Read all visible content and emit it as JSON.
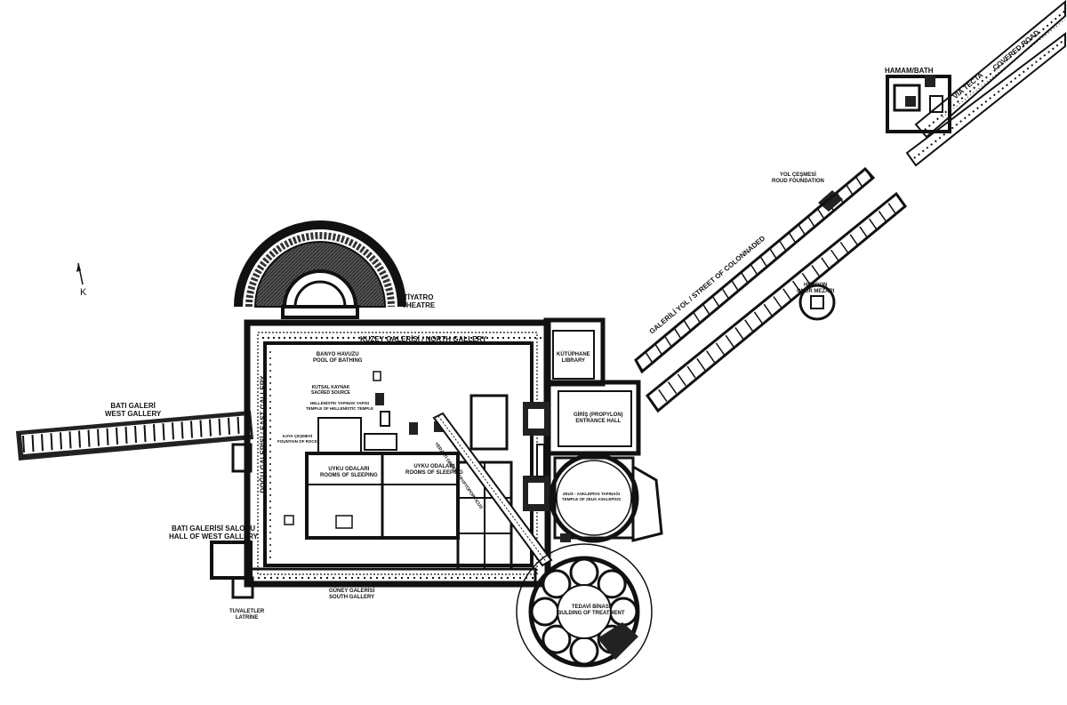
{
  "north_marker": "K",
  "labels": {
    "hamam": "HAMAM/BATH",
    "via_tecta": "VIA TECTA",
    "covered_road": "COVERED ROAD",
    "yol_tr": "YOL ÇEŞMESİ",
    "yol_en": "ROUD FOUNDATION",
    "colonnade": "GALERİLİ YOL / STREET OF COLONNADED",
    "heroon_tr": "HEROON",
    "heroon_en": "ONUR MEZARI",
    "tiyatro": "TİYATRO",
    "theatre": "THEATRE",
    "north_gallery": "KUZEY GALERİSİ / NORTH GALLERY",
    "library_tr": "KÜTÜPHANE",
    "library_en": "LIBRARY",
    "entrance_tr": "GİRİŞ (PROPYLON)",
    "entrance_en": "ENTRANCE HALL",
    "pool_tr": "BANYO HAVUZU",
    "pool_en": "POOL OF BATHING",
    "sacred_tr": "KUTSAL KAYNAK",
    "sacred_en": "SACRED SOURCE",
    "temple_tr": "HELLENİSTİK TAPINAK YAPISI",
    "temple_en": "TEMPLE OF HELLENİSTİC TEMPLE",
    "fountain_tr": "KAYA ÇEŞMESİ",
    "fountain_en": "FOUNTAIN OF ROCK",
    "west_gallery_tr": "BATI GALERİ",
    "west_gallery_en": "WEST GALLERY",
    "east_gallery": "DOĞU GALERİSİ / EAST GALLERY",
    "sleep1_tr": "UYKU ODALARI",
    "sleep1_en": "ROOMS OF SLEEPING",
    "sleep2_tr": "UYKU ODALARI",
    "sleep2_en": "ROOMS OF SLEEPING",
    "cryptoporticus": "YERALTI GEÇİDİ / CRYPTOPORTICUS",
    "zeus_tr": "ZEUS - ASKLEPİOS TAPINAĞI",
    "zeus_en": "TEMPLE OF ZEUS ASKLEPİOS",
    "hall_west_tr": "BATI GALERİSİ SALONU",
    "hall_west_en": "HALL OF WEST GALLERY",
    "south_gallery_tr": "GÜNEY GALERİSİ",
    "south_gallery_en": "SOUTH GALLERY",
    "latrine_tr": "TUVALETLER",
    "latrine_en": "LATRİNE",
    "treatment_tr": "TEDAVİ BİNASI",
    "treatment_en": "BULDING OF TREATMENT"
  }
}
